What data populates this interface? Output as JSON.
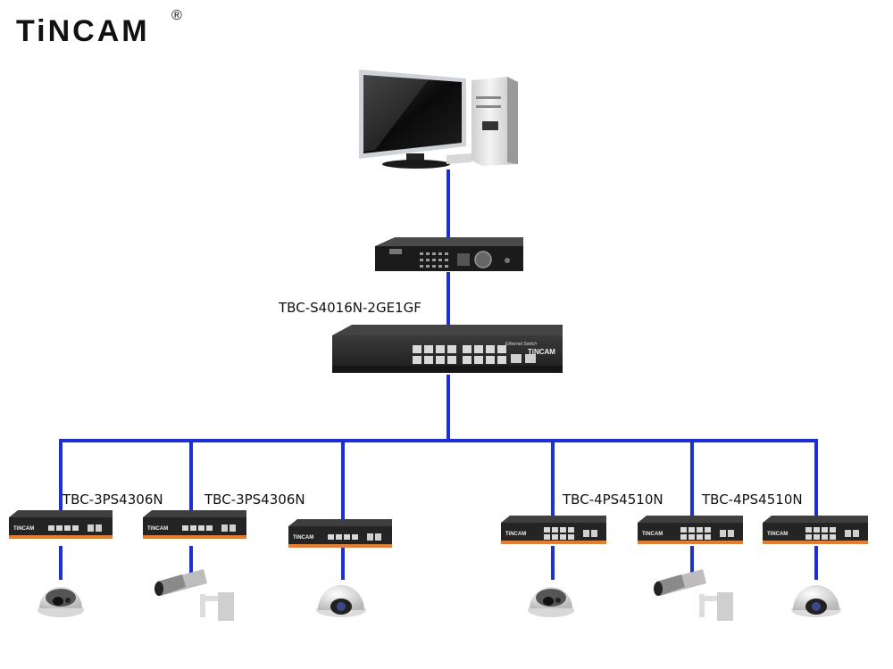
{
  "logo": {
    "text": "TiNCAM",
    "registered": "®"
  },
  "core_switch": {
    "model": "TBC-S4016N-2GE1GF",
    "panel_text": "Ethernet Switch",
    "brand": "TiNCAM"
  },
  "edge_switches": [
    {
      "label": "TBC-3PS4306N",
      "brand": "TiNCAM"
    },
    {
      "label": "TBC-3PS4306N",
      "brand": "TiNCAM"
    },
    {
      "label": "",
      "brand": "TiNCAM"
    },
    {
      "label": "TBC-4PS4510N",
      "brand": "TiNCAM"
    },
    {
      "label": "TBC-4PS4510N",
      "brand": "TiNCAM"
    },
    {
      "label": "",
      "brand": "TiNCAM"
    }
  ],
  "colors": {
    "link": "#1a2ee6",
    "switch_body": "#2b2b2b",
    "accent": "#f07a22"
  }
}
